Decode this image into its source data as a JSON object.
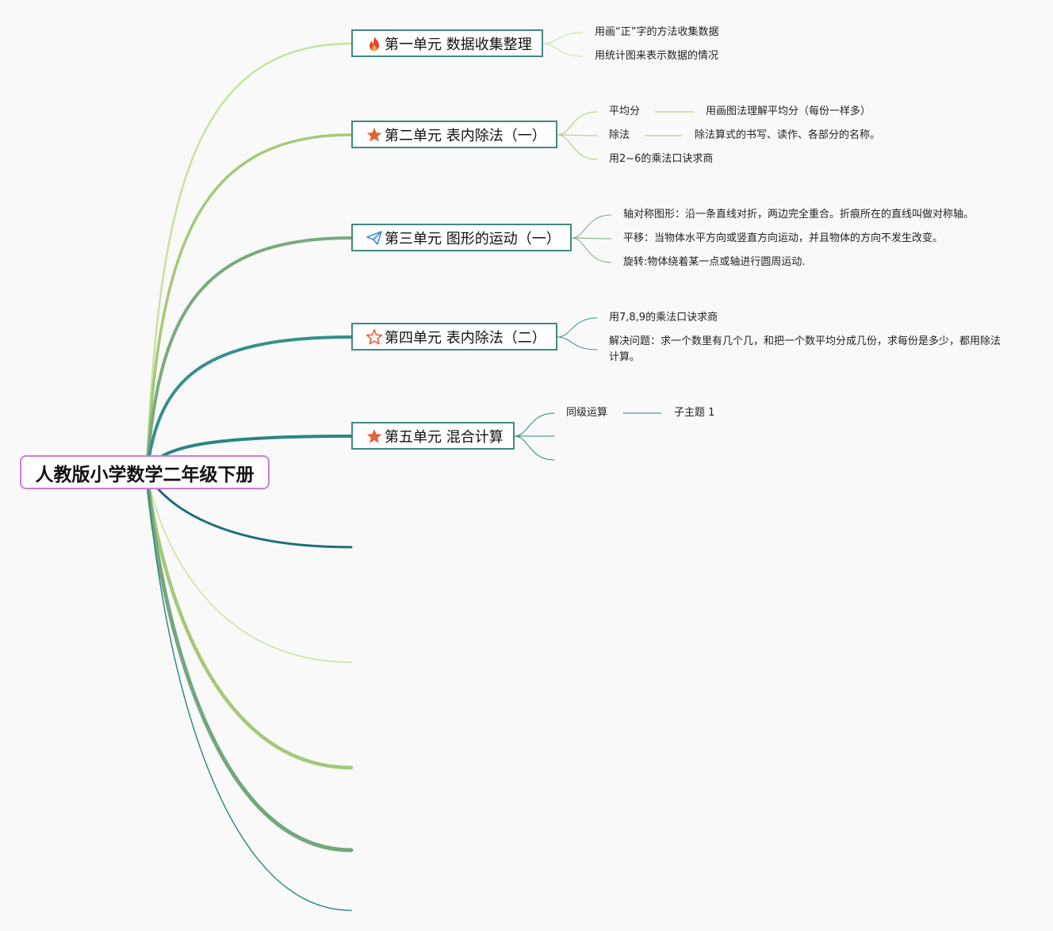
{
  "root": {
    "title": "人教版小学数学二年级下册"
  },
  "units": [
    {
      "title": "第一单元 数据收集整理",
      "icon": "fire-icon",
      "children": [
        {
          "text": "用画“正”字的方法收集数据"
        },
        {
          "text": "用统计图来表示数据的情况"
        }
      ]
    },
    {
      "title": "第二单元 表内除法（一）",
      "icon": "star-filled-icon",
      "children": [
        {
          "text": "平均分",
          "sub": "用画图法理解平均分（每份一样多）"
        },
        {
          "text": "除法",
          "sub": "除法算式的书写、读作、各部分的名称。"
        },
        {
          "text": "用2~6的乘法口诀求商"
        }
      ]
    },
    {
      "title": "第三单元 图形的运动（一）",
      "icon": "paper-plane-icon",
      "children": [
        {
          "text": "轴对称图形：沿一条直线对折，两边完全重合。折痕所在的直线叫做对称轴。"
        },
        {
          "text": "平移：当物体水平方向或竖直方向运动，并且物体的方向不发生改变。"
        },
        {
          "text": "旋转:物体绕着某一点或轴进行圆周运动."
        }
      ]
    },
    {
      "title": "第四单元 表内除法（二）",
      "icon": "star-outline-icon",
      "children": [
        {
          "text": "用7,8,9的乘法口诀求商"
        },
        {
          "text": "解决问题：求一个数里有几个几，和把一个数平均分成几份，求每份是多少，都用除法计算。"
        }
      ]
    },
    {
      "title": "第五单元 混合计算",
      "icon": "star-filled-icon",
      "children": [
        {
          "text": "同级运算",
          "sub": "子主题 1"
        },
        {
          "text": ""
        },
        {
          "text": ""
        }
      ]
    }
  ],
  "colors": {
    "root_border": "#d17ae0",
    "unit_border": "#3f8a7f",
    "fire": "#e8412b",
    "star": "#e5613a",
    "plane": "#3b8fd6"
  }
}
